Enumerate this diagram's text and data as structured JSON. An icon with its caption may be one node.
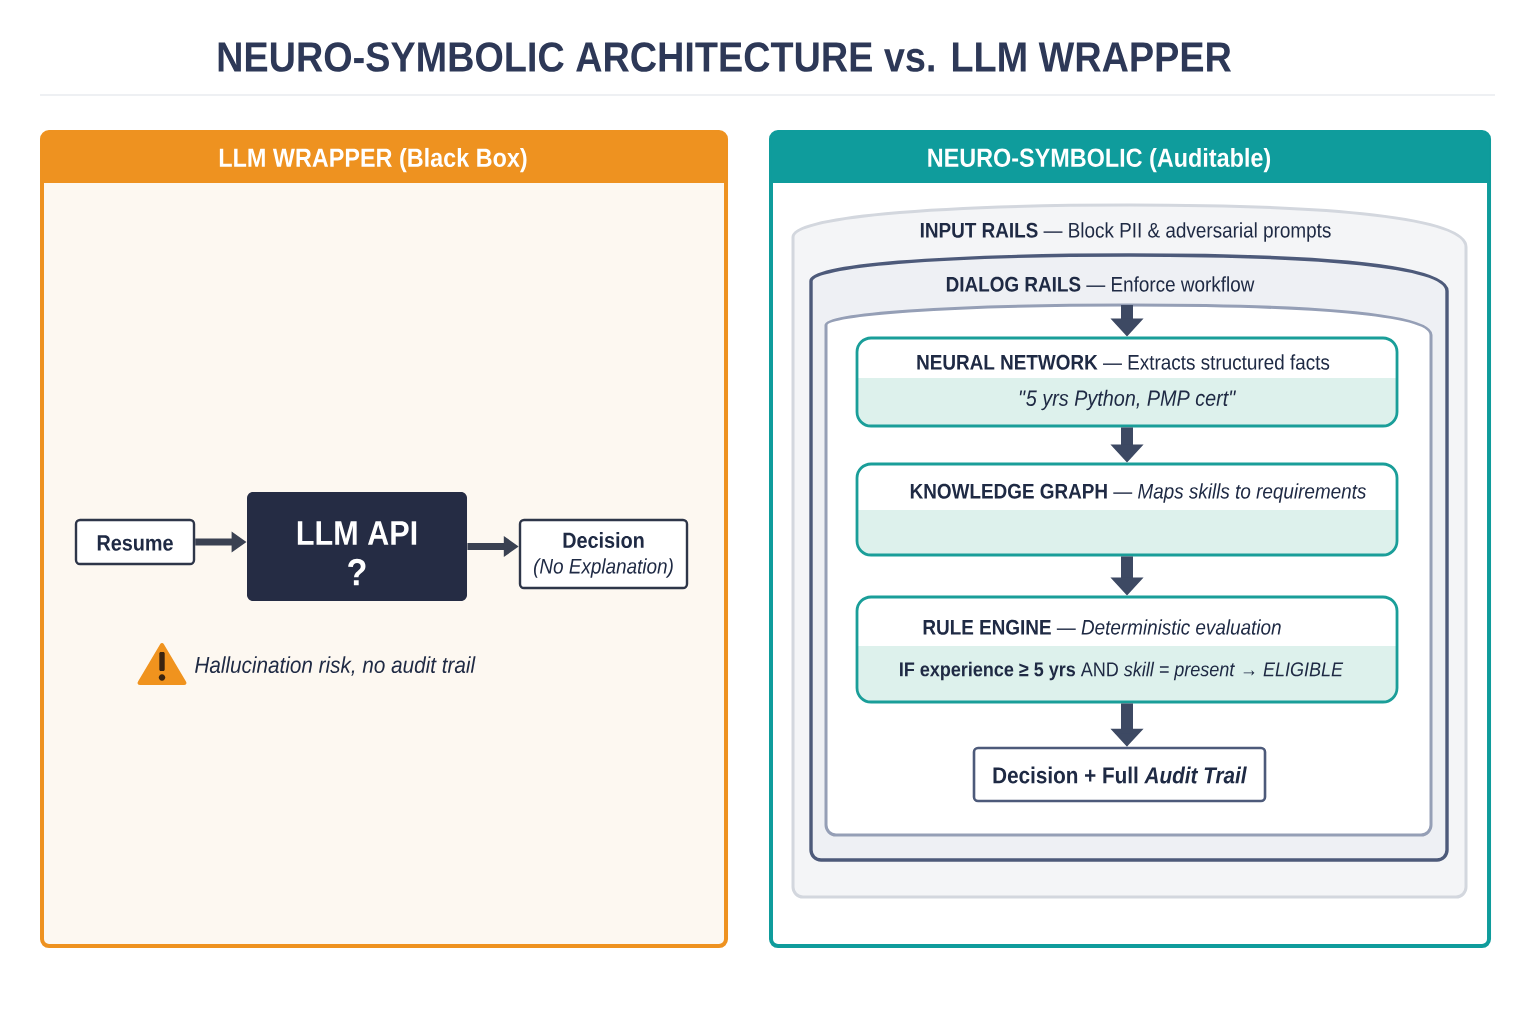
{
  "diagram": {
    "title": "NEURO-SYMBOLIC ARCHITECTURE vs. LLM WRAPPER",
    "nodes": [
      {
        "text": [
          "LLM WRAPPER (Black Box)"
        ]
      },
      {
        "text": [
          "Resume"
        ],
        "in": 0
      },
      {
        "text": [
          "LLM API",
          "?"
        ],
        "in": 0
      },
      {
        "text": [
          "Decision",
          "(No Explanation)"
        ],
        "in": 0
      },
      {
        "text": [
          "NEURO-SYMBOLIC (Auditable)"
        ]
      },
      {
        "text": [
          "**INPUT RAILS** — Block PII & adversarial prompts"
        ],
        "in": 4
      },
      {
        "text": [
          "**DIALOG RAILS** — Enforce workflow"
        ],
        "in": 5
      },
      {
        "text": [],
        "shape": "box",
        "in": 6
      },
      {
        "text": [
          "**NEURAL NETWORK** — Extracts structured facts",
          "\"5 yrs Python, PMP cert\""
        ],
        "in": 7
      },
      {
        "text": [
          "**KNOWLEDGE GRAPH** — *Maps skills to requirements*"
        ],
        "in": 7
      },
      {
        "text": [
          "**RULE ENGINE** — *Deterministic evaluation*",
          "**IF experience ≥ 5 yrs** AND *skill = present* → *ELIGIBLE*"
        ],
        "in": 7
      },
      {
        "text": [
          "Decision + Full *Audit Trail*"
        ],
        "in": 7
      }
    ],
    "edges": [
      {
        "from": 1,
        "to": 2,
        "arrow": "to"
      },
      {
        "from": 2,
        "to": 3,
        "arrow": "to"
      },
      {
        "from": null,
        "to": 8,
        "arrow": "to"
      },
      {
        "from": 8,
        "to": 9,
        "arrow": "to"
      },
      {
        "from": 9,
        "to": 10,
        "arrow": "to"
      },
      {
        "from": 10,
        "to": 11,
        "arrow": "to"
      }
    ],
    "labels": [
      "Hallucination risk, no audit trail"
    ]
  }
}
